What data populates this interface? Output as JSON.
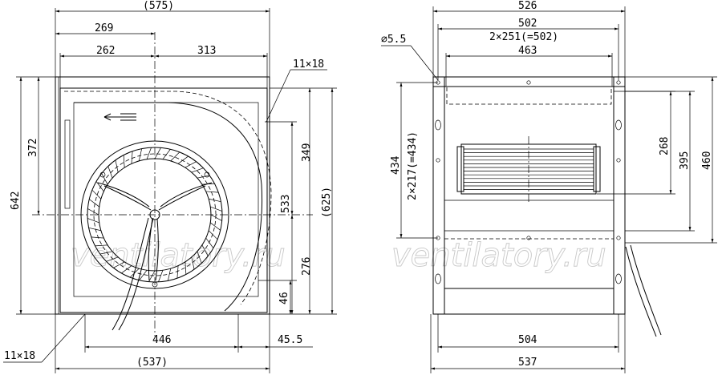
{
  "left_view": {
    "dims": {
      "top_overall": "(575)",
      "top_269": "269",
      "top_262": "262",
      "top_313": "313",
      "slot_top": "11×18",
      "left_642": "642",
      "left_372": "372",
      "right_349": "349",
      "right_533": "533",
      "right_625": "(625)",
      "right_276": "276",
      "right_46": "46",
      "slot_bottom": "11×18",
      "bottom_446": "446",
      "bottom_455": "45.5",
      "bottom_537": "(537)"
    }
  },
  "right_view": {
    "dims": {
      "hole": "⌀5.5",
      "top_526": "526",
      "top_502": "502",
      "top_2x251": "2×251(=502)",
      "top_463": "463",
      "left_434": "434",
      "left_2x217": "2×217(=434)",
      "right_268": "268",
      "right_395": "395",
      "right_460": "460",
      "bottom_504": "504",
      "bottom_537": "537"
    }
  },
  "watermark": "ventilatory.ru"
}
